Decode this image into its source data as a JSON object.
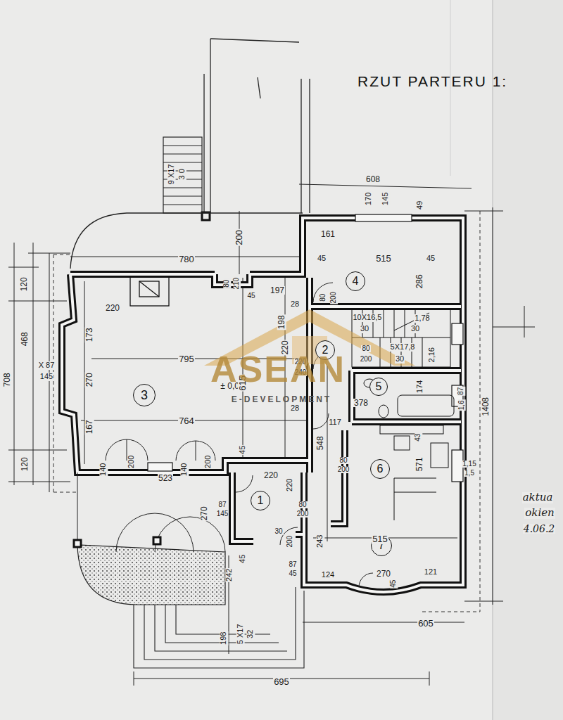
{
  "diagram": {
    "title": "RZUT PARTERU 1:",
    "nodes": [
      {
        "text": [
          "4"
        ]
      },
      {
        "text": [
          "2"
        ]
      },
      {
        "text": [
          "3"
        ]
      },
      {
        "text": [
          "5"
        ]
      },
      {
        "text": [
          "6"
        ]
      },
      {
        "text": [
          "1"
        ]
      },
      {
        "text": [
          "7"
        ]
      }
    ],
    "labels": [
      "9 X17",
      "3 0",
      "608",
      "170",
      "145",
      "49",
      "200",
      "161",
      "780",
      "45",
      "515",
      "45",
      "120",
      "80",
      "210",
      "45",
      "197",
      "286",
      "28",
      "220",
      "80",
      "200",
      "198",
      "10X16,5",
      "30",
      "1,78",
      "30",
      "173",
      "468",
      "X 87",
      "145",
      "708",
      "795",
      "± 0,00",
      "220",
      "220",
      "240",
      "5X17,8",
      "30",
      "2,16",
      "80",
      "200",
      "270",
      "615",
      "174",
      "87",
      "1,6",
      "1408",
      "378",
      "117",
      "28",
      "764",
      "167",
      "548",
      "45",
      "43",
      "80",
      "200",
      "571",
      "120",
      "140",
      "200",
      "140",
      "200",
      "523",
      "220",
      "1,15",
      "1,5",
      "aktua",
      "okien",
      "4.06.2",
      "270",
      "87",
      "145",
      "220",
      "80",
      "200",
      "243",
      "30",
      "200",
      "515",
      "45",
      "87",
      "45",
      "124",
      "270",
      "121",
      "45",
      "242",
      "605",
      "198",
      "5 X17",
      "32",
      "695",
      "ASEAN",
      "E-DEVELOPMENT"
    ]
  }
}
